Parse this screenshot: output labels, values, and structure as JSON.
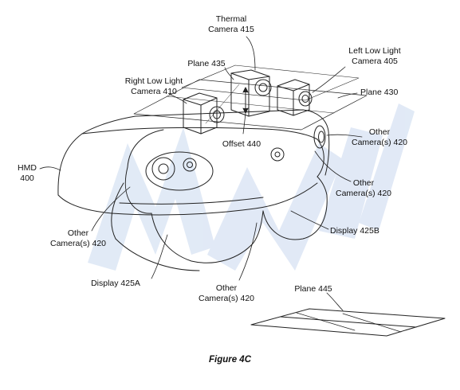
{
  "labels": {
    "thermal_camera": [
      "Thermal",
      "Camera 415"
    ],
    "left_low_light": [
      "Left Low Light",
      "Camera 405"
    ],
    "right_low_light": [
      "Right Low Light",
      "Camera 410"
    ],
    "plane_435": "Plane 435",
    "plane_430": "Plane 430",
    "offset": "Offset 440",
    "other_cam_right_top": [
      "Other",
      "Camera(s) 420"
    ],
    "other_cam_right_mid": [
      "Other",
      "Camera(s) 420"
    ],
    "hmd": [
      "HMD",
      "400"
    ],
    "other_cam_left": [
      "Other",
      "Camera(s) 420"
    ],
    "display_b": "Display 425B",
    "display_a": "Display 425A",
    "other_cam_bottom": [
      "Other",
      "Camera(s) 420"
    ],
    "plane_445": "Plane 445"
  },
  "caption": "Figure 4C",
  "colors": {
    "line": "#222222",
    "watermark": "#c9d8ef"
  }
}
